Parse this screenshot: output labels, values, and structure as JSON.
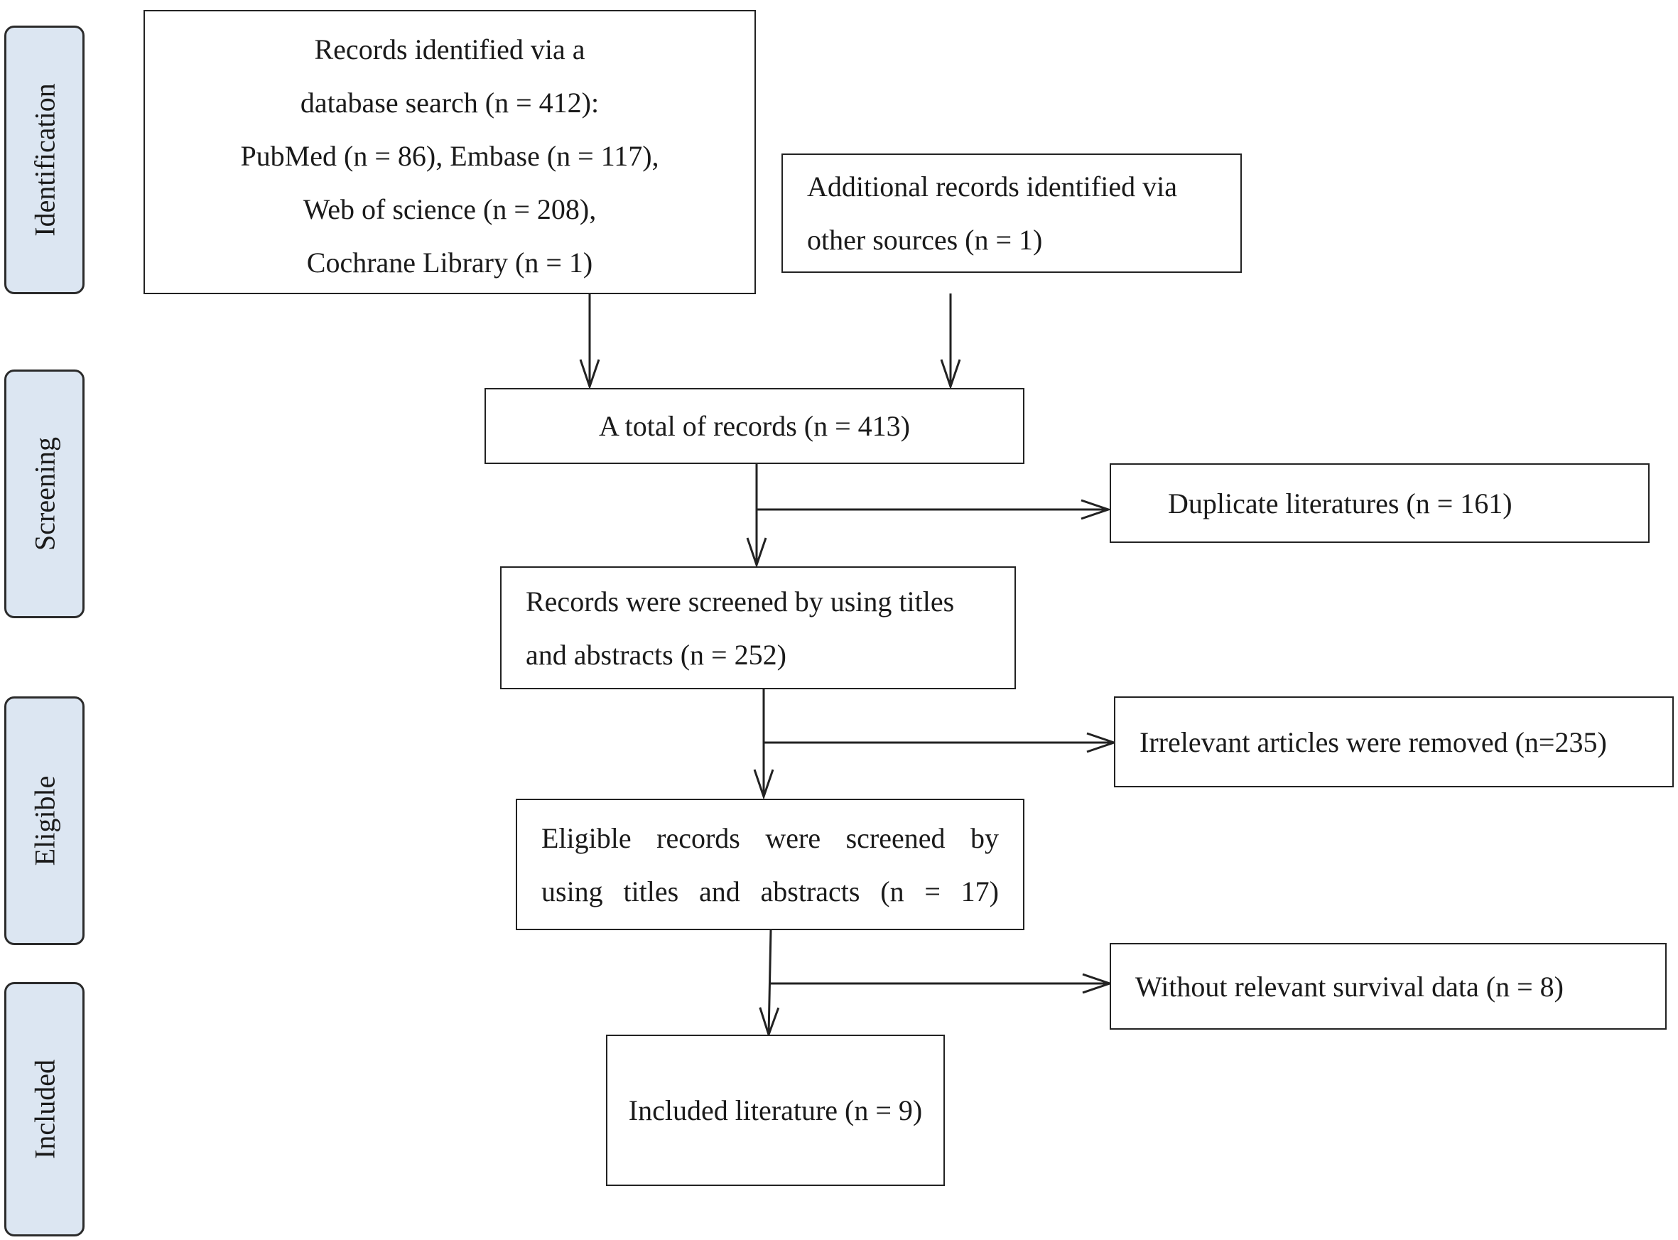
{
  "stages": [
    {
      "id": "identification",
      "label": "Identification"
    },
    {
      "id": "screening",
      "label": "Screening"
    },
    {
      "id": "eligible",
      "label": "Eligible"
    },
    {
      "id": "included",
      "label": "Included"
    }
  ],
  "boxes": {
    "database_search": {
      "lines": [
        "Records identified via a",
        "database search (n = 412):",
        "PubMed (n = 86), Embase (n = 117),",
        "Web of science (n = 208),",
        "Cochrane Library (n = 1)"
      ]
    },
    "other_sources": {
      "lines": [
        "Additional records identified via",
        "other sources (n = 1)"
      ]
    },
    "total_records": {
      "lines": [
        "A total of records (n = 413)"
      ]
    },
    "duplicates": {
      "lines": [
        "Duplicate literatures (n = 161)"
      ]
    },
    "screened": {
      "lines": [
        "Records were screened by using titles",
        "and abstracts (n = 252)"
      ]
    },
    "irrelevant": {
      "lines": [
        "Irrelevant articles were removed (n=235)"
      ]
    },
    "eligible_records": {
      "lines": [
        "Eligible records were screened by",
        "using titles and abstracts (n = 17)"
      ]
    },
    "no_survival": {
      "lines": [
        "Without relevant survival data (n = 8)"
      ]
    },
    "included_lit": {
      "lines": [
        "Included literature (n = 9)"
      ]
    }
  }
}
